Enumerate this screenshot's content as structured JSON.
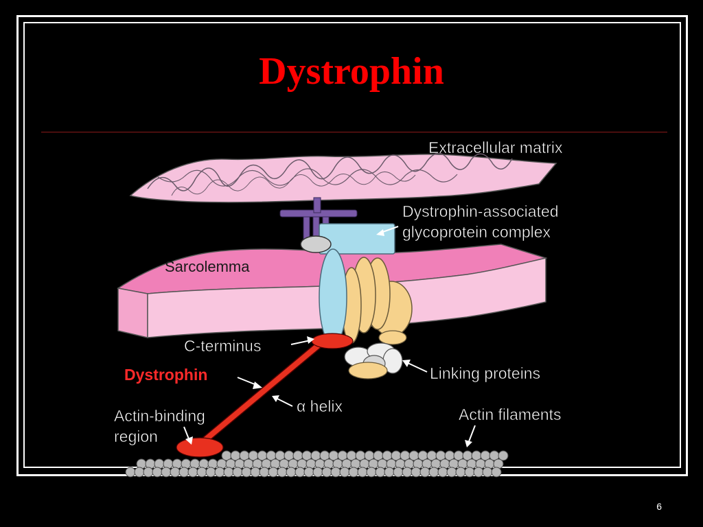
{
  "slide": {
    "title": "Dystrophin",
    "page_number": "6"
  },
  "diagram": {
    "labels": {
      "extracellular_matrix": "Extracellular matrix",
      "dgc_line1": "Dystrophin-associated",
      "dgc_line2": "glycoprotein complex",
      "sarcolemma": "Sarcolemma",
      "c_terminus": "C-terminus",
      "dystrophin": "Dystrophin",
      "alpha_helix": "α helix",
      "linking_proteins": "Linking proteins",
      "actin_binding_line1": "Actin-binding",
      "actin_binding_line2": "region",
      "actin_filaments": "Actin filaments"
    }
  },
  "colors": {
    "background": "#000000",
    "title": "#ff0000",
    "matrix_fill": "#f6c2dd",
    "sarcolemma_top": "#f080b8",
    "sarcolemma_side": "#f9c6df",
    "dystrophin": "#e8301f",
    "light_blue": "#a8dcec",
    "tan": "#f6d28c",
    "purple": "#7a5aa8",
    "actin": "#b8b8b8"
  }
}
